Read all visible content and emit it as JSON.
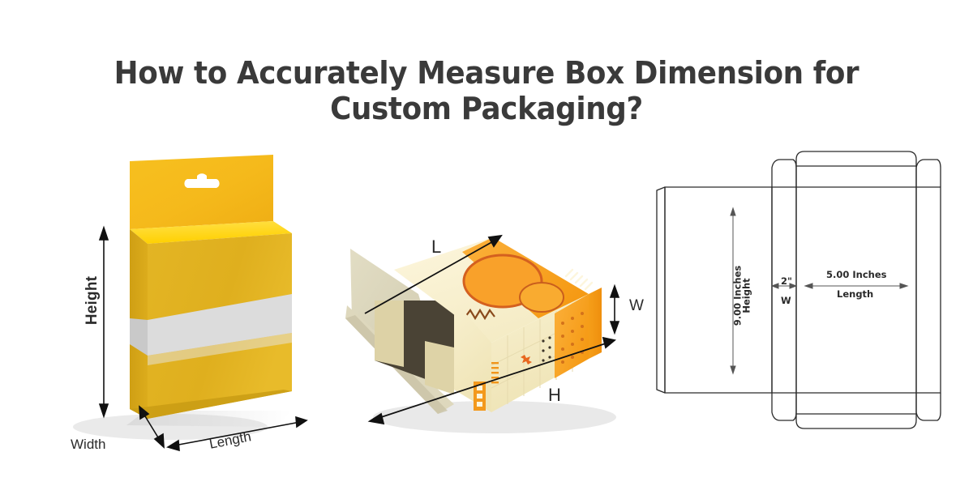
{
  "title": {
    "line1": "How to Accurately Measure Box Dimension for",
    "line2": "Custom Packaging?"
  },
  "colors": {
    "background": "#ffffff",
    "title_text": "#3a3a3a",
    "label_text": "#2b2b2b",
    "dieline_stroke": "#2a2a2a",
    "arrow": "#111111",
    "box1_top_bright": "#ffd400",
    "box1_hangtab": "#f5b91b",
    "box1_front": "#e0b022",
    "box1_side": "#d2a218",
    "box1_band": "#dcdcdc",
    "box2_cream": "#f7efcf",
    "box2_orange": "#f9a826",
    "box2_orange_dark": "#e8841f",
    "box2_flap": "#d8d4bb",
    "box2_tan": "#ddd2a6",
    "box2_interior": "#4a4335"
  },
  "figures": [
    {
      "id": "hanging-tab-box",
      "name": "Yellow hanging tab box, 3D view",
      "labels": [
        {
          "key": "height",
          "text": "Height",
          "orientation": "vertical"
        },
        {
          "key": "width",
          "text": "Width",
          "orientation": "diagonal"
        },
        {
          "key": "length",
          "text": "Length",
          "orientation": "diagonal"
        }
      ]
    },
    {
      "id": "open-flap-box",
      "name": "Cream and orange open flap box, 3D view",
      "labels": [
        {
          "key": "L",
          "text": "L",
          "orientation": "diagonal"
        },
        {
          "key": "W",
          "text": "W",
          "orientation": "vertical"
        },
        {
          "key": "H",
          "text": "H",
          "orientation": "diagonal"
        }
      ]
    },
    {
      "id": "dieline-template",
      "name": "Flat dieline template with measurements",
      "measurements": [
        {
          "key": "height",
          "value": "9.00 Inches",
          "name": "Height",
          "orientation": "vertical"
        },
        {
          "key": "width",
          "value": "2\"",
          "name": "W",
          "orientation": "horizontal"
        },
        {
          "key": "length",
          "value": "5.00 Inches",
          "name": "Length",
          "orientation": "horizontal"
        }
      ]
    }
  ]
}
